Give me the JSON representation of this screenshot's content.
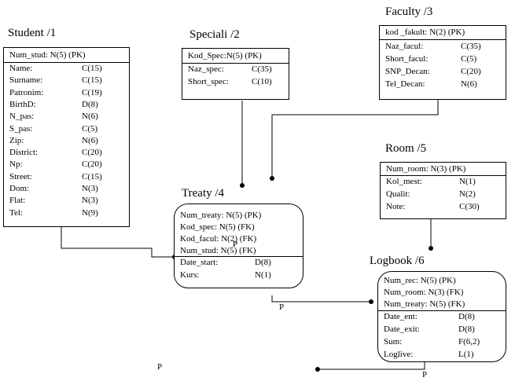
{
  "student": {
    "title": "Student /1",
    "key": "Num_stud: N(5) (PK)",
    "fields": [
      {
        "name": "Name:",
        "type": "C(15)"
      },
      {
        "name": "Surname:",
        "type": "C(15)"
      },
      {
        "name": "Patronim:",
        "type": "C(19)"
      },
      {
        "name": "BirthD:",
        "type": "D(8)"
      },
      {
        "name": "N_pas:",
        "type": "N(6)"
      },
      {
        "name": "S_pas:",
        "type": "C(5)"
      },
      {
        "name": "Zip:",
        "type": "N(6)"
      },
      {
        "name": "District:",
        "type": "C(20)"
      },
      {
        "name": "Np:",
        "type": "C(20)"
      },
      {
        "name": "Street:",
        "type": "C(15)"
      },
      {
        "name": "Dom:",
        "type": "N(3)"
      },
      {
        "name": "Flat:",
        "type": "N(3)"
      },
      {
        "name": "Tel:",
        "type": "N(9)"
      }
    ]
  },
  "speciality": {
    "title": "Speciali /2",
    "key": "Kod_Spec:N(5) (PK)",
    "fields": [
      {
        "name": "Naz_spec:",
        "type": "C(35)"
      },
      {
        "name": "Short_spec:",
        "type": "C(10)"
      }
    ]
  },
  "faculty": {
    "title": "Faculty /3",
    "key": "kod _fakult: N(2) (PK)",
    "fields": [
      {
        "name": "Naz_facul:",
        "type": "C(35)"
      },
      {
        "name": "Short_facul:",
        "type": "C(5)"
      },
      {
        "name": "SNP_Decan:",
        "type": "C(20)"
      },
      {
        "name": "Tel_Decan:",
        "type": "N(6)"
      }
    ]
  },
  "room": {
    "title": "Room /5",
    "key": "Num_room: N(3) (PK)",
    "fields": [
      {
        "name": "Kol_mest:",
        "type": "N(1)"
      },
      {
        "name": "Qualit:",
        "type": "N(2)"
      },
      {
        "name": "Note:",
        "type": "C(30)"
      }
    ]
  },
  "treaty": {
    "title": "Treaty /4",
    "keys": [
      "Num_treaty: N(5) (PK)",
      "Kod_spec: N(5) (FK)",
      "Kod_facul: N(2) (FK)",
      "Num_stud: N(5) (FK)"
    ],
    "fields": [
      {
        "name": "Date_start:",
        "type": "D(8)"
      },
      {
        "name": "Kurs:",
        "type": "N(1)"
      }
    ]
  },
  "logbook": {
    "title": "Logbook /6",
    "keys": [
      "Num_rec: N(5) (PK)",
      "Num_room: N(3) (FK)",
      "Num_treaty: N(5) (FK)"
    ],
    "fields": [
      {
        "name": "Date_ent:",
        "type": "D(8)"
      },
      {
        "name": "Date_exit:",
        "type": "D(8)"
      },
      {
        "name": "Sum:",
        "type": "F(6,2)"
      },
      {
        "name": "Loglive:",
        "type": "L(1)"
      }
    ]
  },
  "labels": {
    "p_treaty": "P",
    "p_logbook_in": "P",
    "p_bottom_left": "P",
    "p_logbook_out": "P"
  }
}
